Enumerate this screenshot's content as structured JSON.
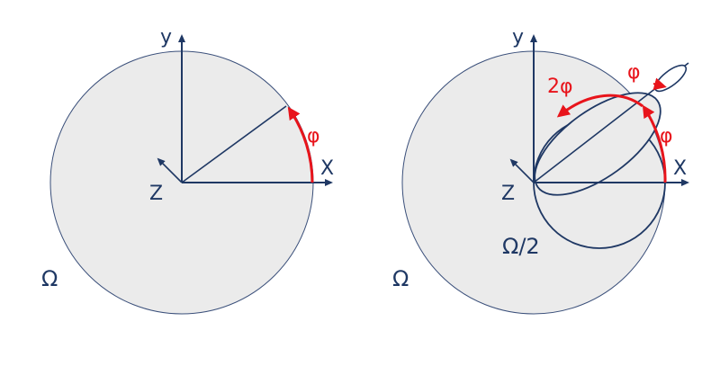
{
  "colors": {
    "axis": "#1f3864",
    "disk_fill": "#ebebeb",
    "disk_stroke": "#3a4f7a",
    "accent": "#e8141b"
  },
  "left_panel": {
    "y_label": "y",
    "x_label": "X",
    "z_label": "Z",
    "phi_label": "φ",
    "omega_label": "Ω"
  },
  "right_panel": {
    "y_label": "y",
    "x_label": "X",
    "z_label": "Z",
    "phi_label": "φ",
    "phi_top_label": "φ",
    "two_phi_label": "2φ",
    "half_omega_label": "Ω/2",
    "omega_label": "Ω"
  }
}
